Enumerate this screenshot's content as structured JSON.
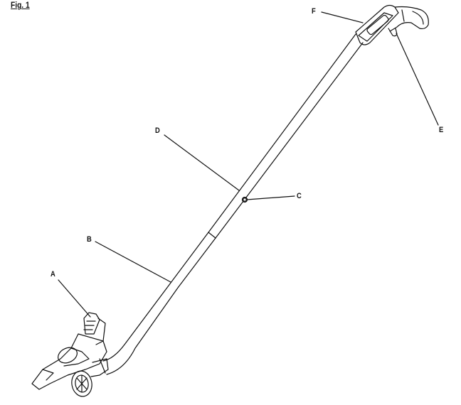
{
  "figure": {
    "title": "Fig. 1",
    "labels": {
      "A": "A",
      "B": "B",
      "C": "C",
      "D": "D",
      "E": "E",
      "F": "F"
    }
  },
  "colors": {
    "line": "#111111",
    "background": "#ffffff"
  }
}
